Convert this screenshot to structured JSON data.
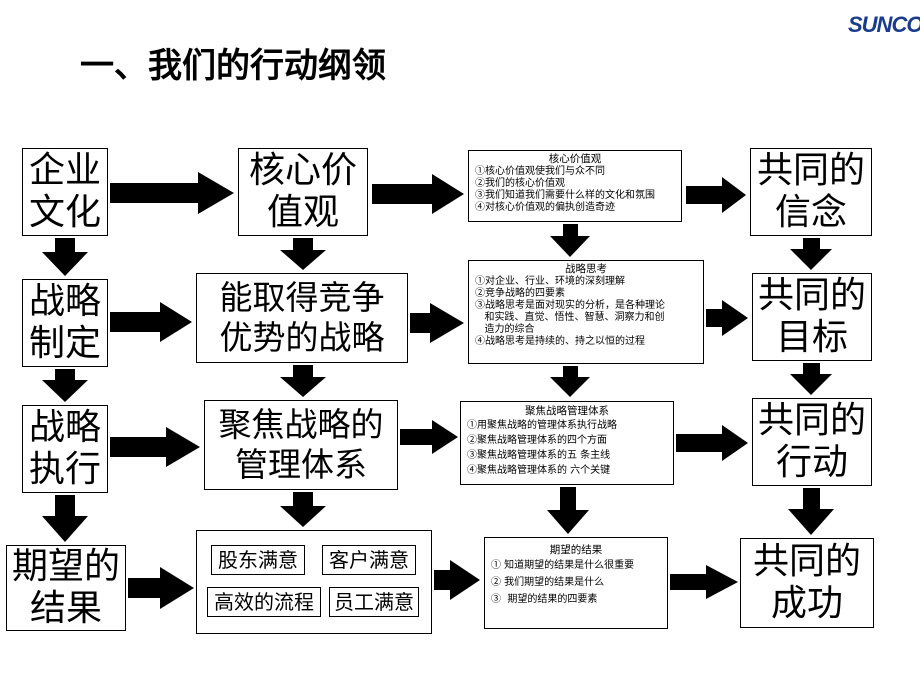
{
  "logo": "SUNCO",
  "title": "一、我们的行动纲领",
  "left_col": [
    [
      "企业",
      "文化"
    ],
    [
      "战略",
      "制定"
    ],
    [
      "战略",
      "执行"
    ],
    [
      "期望的",
      "结果"
    ]
  ],
  "mid_col": [
    [
      "核心价",
      "值观"
    ],
    [
      "能取得竞争",
      "优势的战略"
    ],
    [
      "聚焦战略的",
      "管理体系"
    ]
  ],
  "satisfaction": [
    "股东满意",
    "客户满意",
    "高效的流程",
    "员工满意"
  ],
  "details": [
    {
      "heading": "核心价值观",
      "items": [
        "①核心价值观使我们与众不同",
        "②我们的核心价值观",
        "③我们知道我们需要什么样的文化和氛围",
        "④对核心价值观的偏执创造奇迹"
      ]
    },
    {
      "heading": "战略思考",
      "items": [
        "①对企业、行业、环境的深刻理解",
        "②竞争战略的四要素",
        "③战略思考是面对现实的分析，是各种理论\n   和实践、直觉、悟性、智慧、洞察力和创\n   造力的综合",
        "④战略思考是持续的、持之以恒的过程"
      ]
    },
    {
      "heading": "聚焦战略管理体系",
      "items": [
        "①用聚焦战略的管理体系执行战略",
        "②聚焦战略管理体系的四个方面",
        "③聚焦战略管理体系的五 条主线",
        "④聚焦战略管理体系的 六个关键"
      ]
    },
    {
      "heading": "期望的结果",
      "items": [
        "① 知道期望的结果是什么很重要",
        "② 我们期望的结果是什么",
        "③  期望的结果的四要素"
      ]
    }
  ],
  "right_col": [
    [
      "共同的",
      "信念"
    ],
    [
      "共同的",
      "目标"
    ],
    [
      "共同的",
      "行动"
    ],
    [
      "共同的",
      "成功"
    ]
  ],
  "colors": {
    "logo": "#1a3c8c",
    "stroke": "#000000"
  }
}
